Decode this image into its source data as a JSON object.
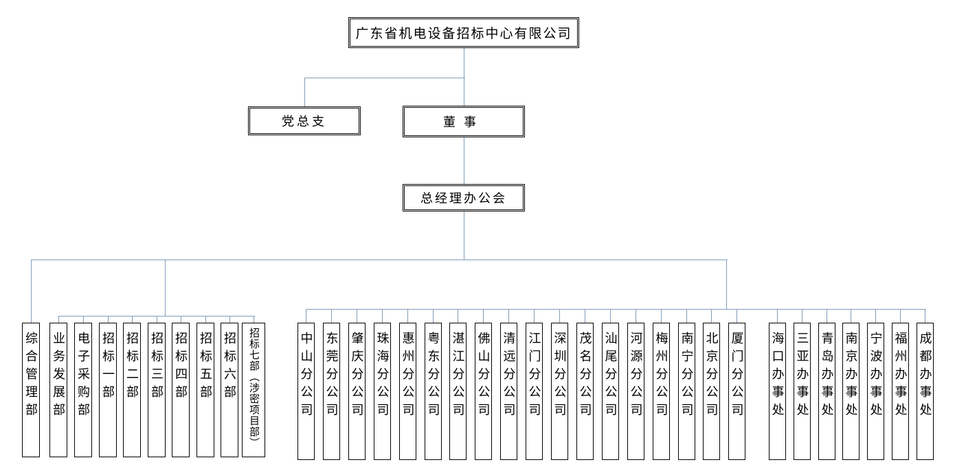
{
  "org_chart": {
    "root": {
      "label": "广东省机电设备招标中心有限公司"
    },
    "party_branch": {
      "label": "党总支"
    },
    "board": {
      "label": "董事"
    },
    "gm_office": {
      "label": "总经理办公会"
    },
    "departments": [
      "综合管理部",
      "业务发展部",
      "电子采购部",
      "招标一部",
      "招标二部",
      "招标三部",
      "招标四部",
      "招标五部",
      "招标六部",
      "招标七部（涉密项目部）"
    ],
    "branches": [
      "中山分公司",
      "东莞分公司",
      "肇庆分公司",
      "珠海分公司",
      "惠州分公司",
      "粤东分公司",
      "湛江分公司",
      "佛山分公司",
      "清远分公司",
      "江门分公司",
      "深圳分公司",
      "茂名分公司",
      "汕尾分公司",
      "河源分公司",
      "梅州分公司",
      "南宁分公司",
      "北京分公司",
      "厦门分公司"
    ],
    "offices": [
      "海口办事处",
      "三亚办事处",
      "青岛办事处",
      "南京办事处",
      "宁波办事处",
      "福州办事处",
      "成都办事处"
    ]
  },
  "colors": {
    "connector": "#7f9db9",
    "box_border": "#000000",
    "background": "#ffffff",
    "text": "#000000"
  }
}
